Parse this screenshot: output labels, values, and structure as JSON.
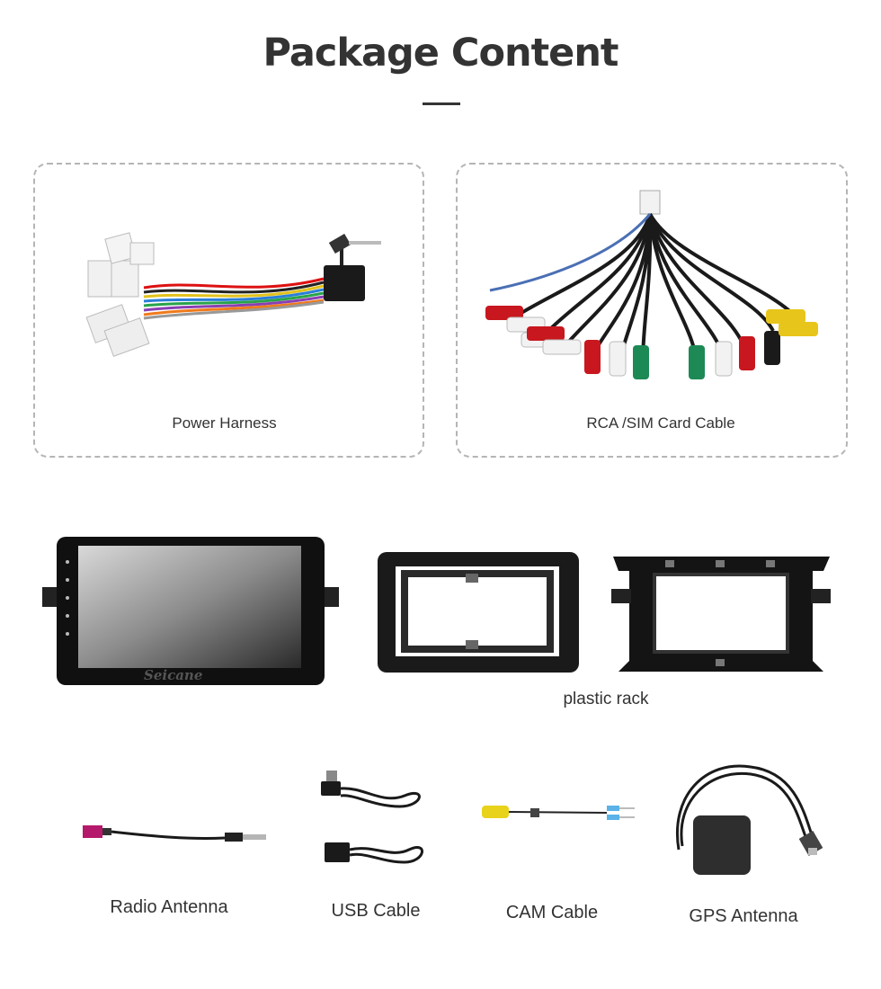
{
  "page": {
    "title": "Package Content"
  },
  "items": {
    "power_harness": {
      "label": "Power Harness"
    },
    "rca_sim_cable": {
      "label": "RCA /SIM Card Cable"
    },
    "head_unit": {
      "brand": "Seicane"
    },
    "plastic_rack": {
      "label": "plastic rack"
    },
    "radio_antenna": {
      "label": "Radio Antenna"
    },
    "usb_cable": {
      "label": "USB Cable"
    },
    "cam_cable": {
      "label": "CAM Cable"
    },
    "gps_antenna": {
      "label": "GPS Antenna"
    }
  },
  "colors": {
    "title": "#333333",
    "dashed_border": "#b5b5b5",
    "rca_red": "#c8171e",
    "rca_white": "#f2f2f2",
    "rca_yellow": "#e8c51a",
    "rca_green": "#1d8a55"
  }
}
